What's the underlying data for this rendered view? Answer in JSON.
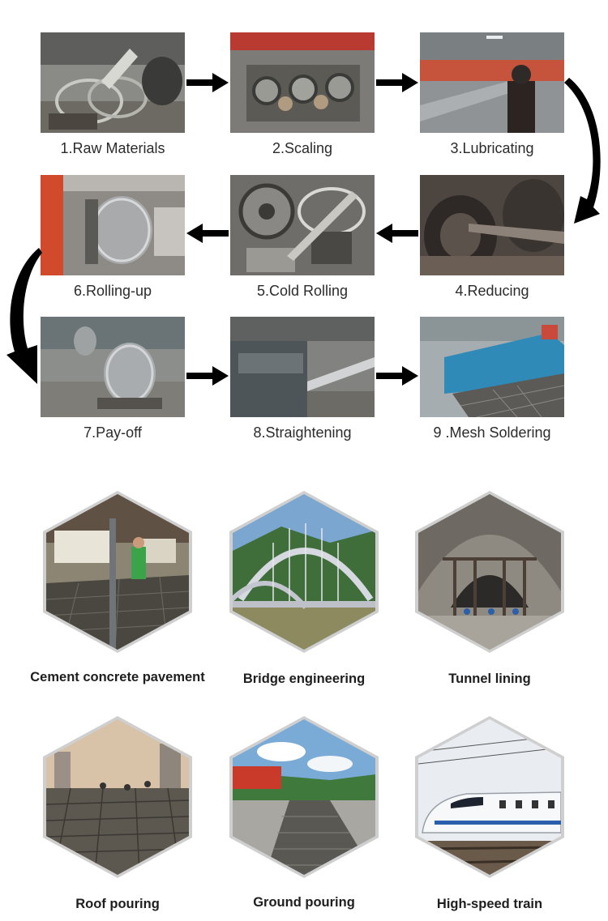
{
  "process": {
    "steps": [
      {
        "label": "1.Raw Materials"
      },
      {
        "label": "2.Scaling"
      },
      {
        "label": "3.Lubricating"
      },
      {
        "label": "4.Reducing"
      },
      {
        "label": "5.Cold Rolling"
      },
      {
        "label": "6.Rolling-up"
      },
      {
        "label": "7.Pay-off"
      },
      {
        "label": "8.Straightening"
      },
      {
        "label": "9 .Mesh Soldering"
      }
    ]
  },
  "applications": {
    "items": [
      {
        "label": "Cement concrete pavement"
      },
      {
        "label": "Bridge engineering"
      },
      {
        "label": "Tunnel lining"
      },
      {
        "label": "Roof pouring"
      },
      {
        "label": "Ground pouring"
      },
      {
        "label": "High-speed train"
      }
    ]
  },
  "colors": {
    "arrow": "#000000",
    "label_text": "#2b2b2b"
  }
}
